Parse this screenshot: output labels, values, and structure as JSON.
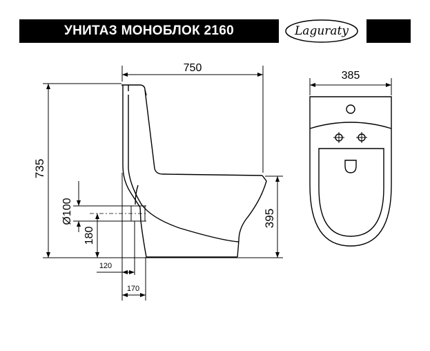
{
  "header": {
    "title": "УНИТАЗ МОНОБЛОК 2160",
    "logo_text": "Laguraty"
  },
  "dimensions": {
    "overall_length": "750",
    "overall_width": "385",
    "overall_height": "735",
    "seat_height": "395",
    "outlet_diameter": "Ø100",
    "outlet_height": "180",
    "outlet_offset_small": "120",
    "outlet_offset_large": "170"
  },
  "colors": {
    "line": "#000000",
    "header_bg": "#000000",
    "header_text": "#ffffff"
  }
}
